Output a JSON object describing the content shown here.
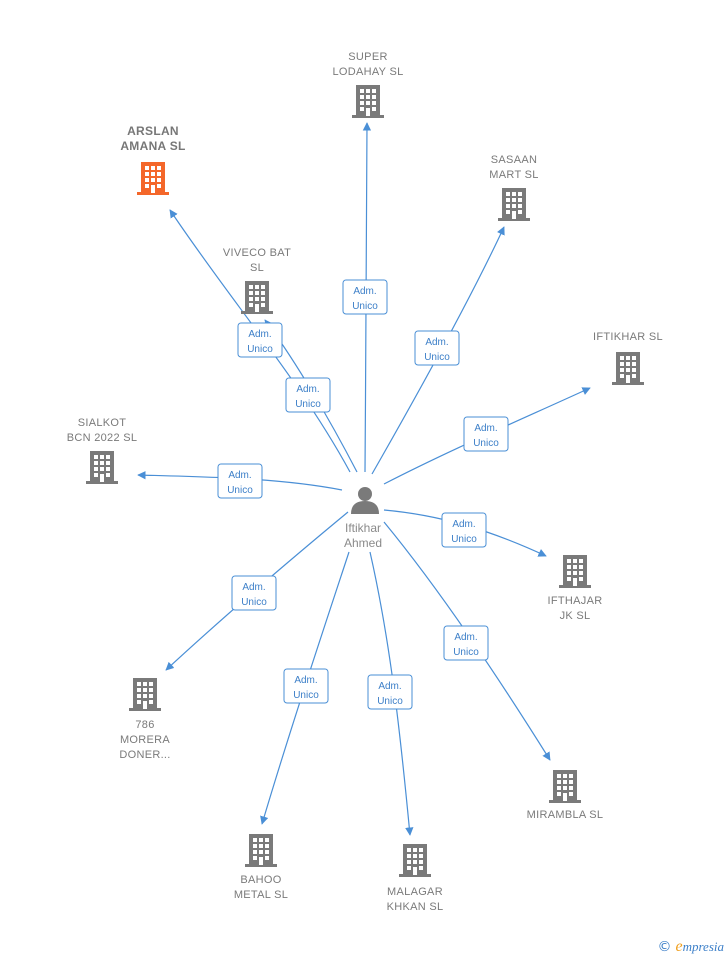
{
  "center": {
    "name_line1": "Iftikhar",
    "name_line2": "Ahmed",
    "icon": "person-icon"
  },
  "colors": {
    "edge": "#4a8fd6",
    "node": "#7a7a7a",
    "highlight": "#f4672a"
  },
  "nodes": [
    {
      "id": "super-lodahay",
      "lines": [
        "SUPER",
        "LODAHAY  SL"
      ],
      "highlight": false,
      "role": [
        "Adm.",
        "Unico"
      ]
    },
    {
      "id": "arslan-amana",
      "lines": [
        "ARSLAN",
        "AMANA  SL"
      ],
      "highlight": true,
      "role": [
        "Adm.",
        "Unico"
      ]
    },
    {
      "id": "sasaan-mart",
      "lines": [
        "SASAAN",
        "MART  SL"
      ],
      "highlight": false,
      "role": [
        "Adm.",
        "Unico"
      ]
    },
    {
      "id": "viveco-bat",
      "lines": [
        "VIVECO BAT",
        "SL"
      ],
      "highlight": false,
      "role": [
        "Adm.",
        "Unico"
      ]
    },
    {
      "id": "iftikhar-sl",
      "lines": [
        "IFTIKHAR  SL"
      ],
      "highlight": false,
      "role": [
        "Adm.",
        "Unico"
      ]
    },
    {
      "id": "sialkot-bcn",
      "lines": [
        "SIALKOT",
        "BCN 2022  SL"
      ],
      "highlight": false,
      "role": [
        "Adm.",
        "Unico"
      ]
    },
    {
      "id": "ifthajar-jk",
      "lines": [
        "IFTHAJAR",
        "JK  SL"
      ],
      "highlight": false,
      "role": [
        "Adm.",
        "Unico"
      ]
    },
    {
      "id": "786-morera",
      "lines": [
        "786",
        "MORERA",
        "DONER..."
      ],
      "highlight": false,
      "role": [
        "Adm.",
        "Unico"
      ]
    },
    {
      "id": "mirambla",
      "lines": [
        "MIRAMBLA  SL"
      ],
      "highlight": false,
      "role": [
        "Adm.",
        "Unico"
      ]
    },
    {
      "id": "bahoo-metal",
      "lines": [
        "BAHOO",
        "METAL  SL"
      ],
      "highlight": false,
      "role": [
        "Adm.",
        "Unico"
      ]
    },
    {
      "id": "malagar-khkan",
      "lines": [
        "MALAGAR",
        "KHKAN SL"
      ],
      "highlight": false,
      "role": [
        "Adm.",
        "Unico"
      ]
    }
  ],
  "footer": {
    "copyright": "©",
    "brand_first": "e",
    "brand_rest": "mpresia"
  }
}
